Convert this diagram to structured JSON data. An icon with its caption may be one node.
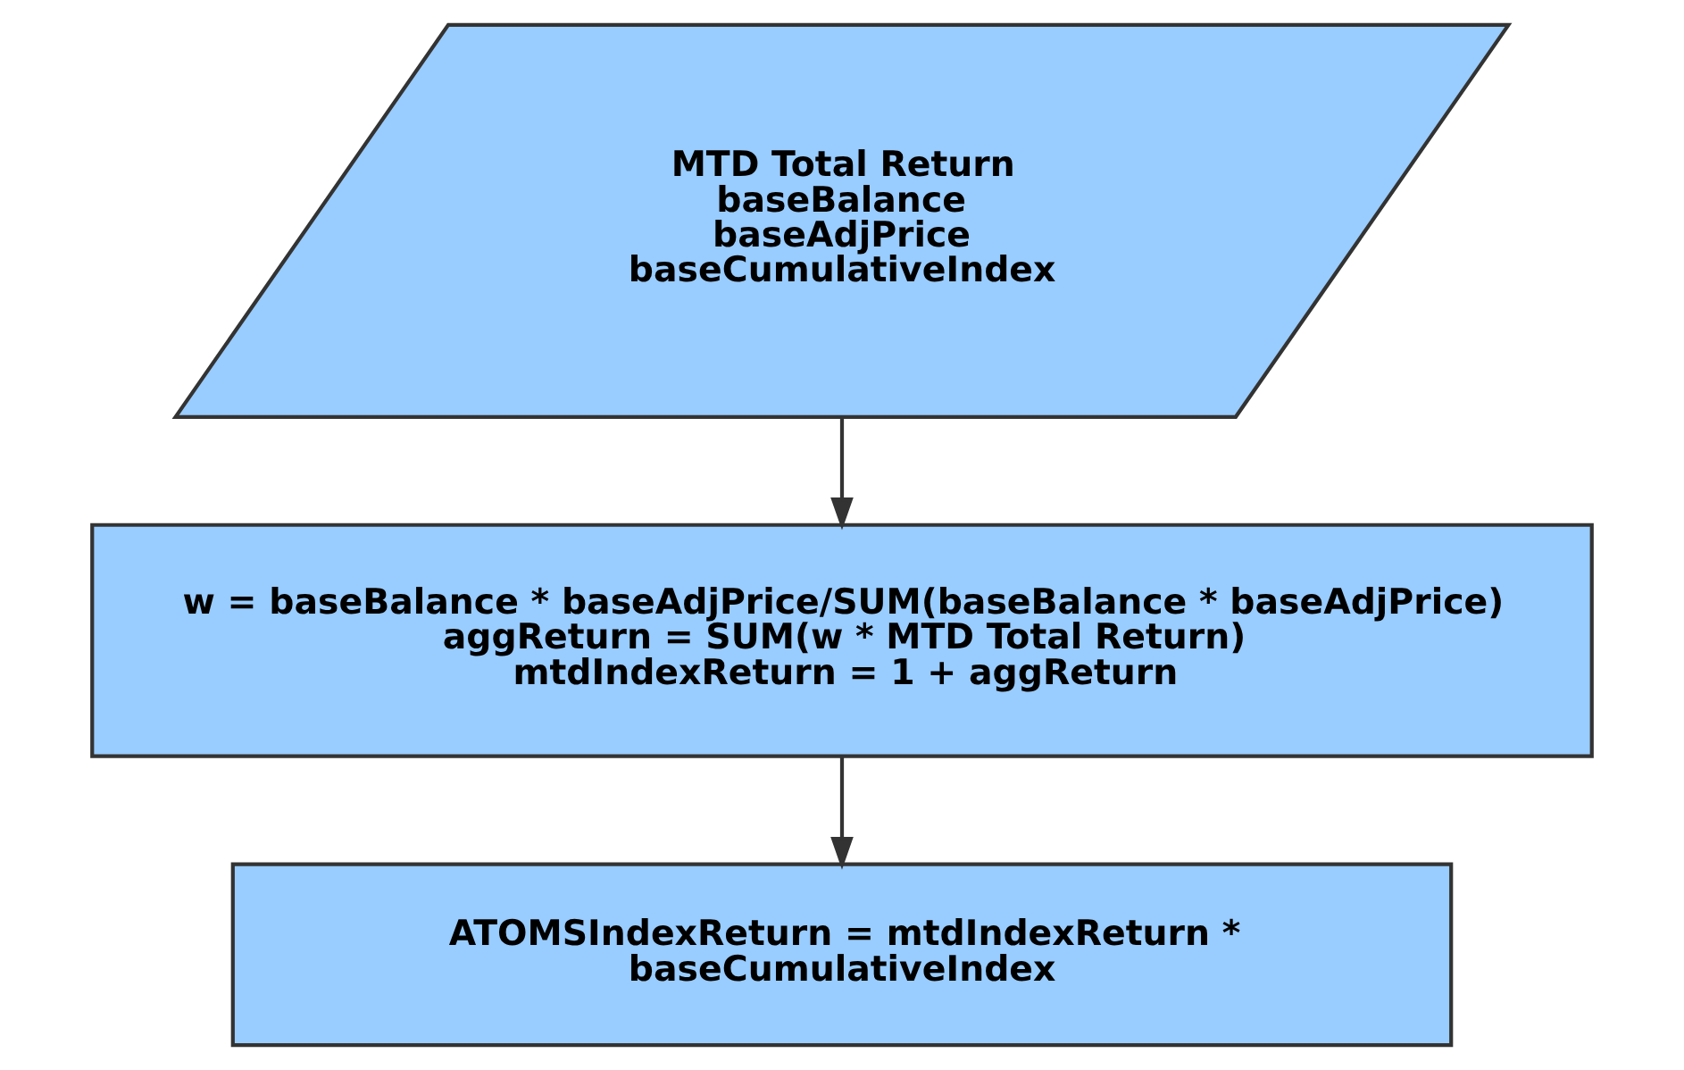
{
  "diagram": {
    "nodes": [
      {
        "text": [
          "MTD Total Return",
          "baseBalance",
          "baseAdjPrice",
          "baseCumulativeIndex"
        ]
      },
      {
        "text": [
          "w = baseBalance * baseAdjPrice/SUM(baseBalance * baseAdjPrice)",
          "aggReturn = SUM(w * MTD Total Return)",
          "mtdIndexReturn = 1 + aggReturn"
        ]
      },
      {
        "text": [
          "ATOMSIndexReturn = mtdIndexReturn * baseCumulativeIndex"
        ]
      }
    ],
    "edges": [
      {
        "from": 0,
        "to": 1,
        "arrow": "to"
      },
      {
        "from": 1,
        "to": 2,
        "arrow": "to"
      }
    ]
  }
}
